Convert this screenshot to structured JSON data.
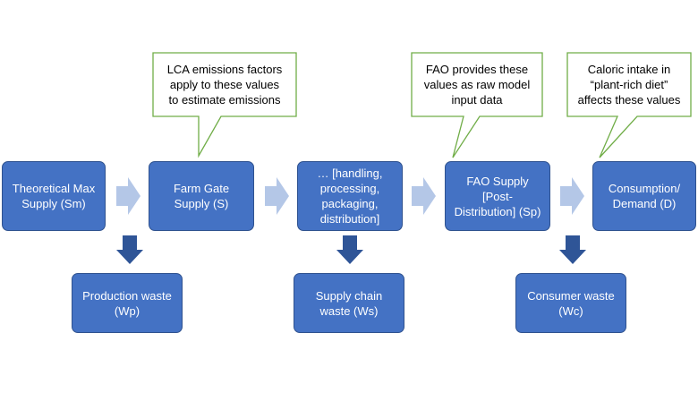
{
  "colors": {
    "box_fill": "#4472C4",
    "box_border": "#2F528F",
    "flow_arrow": "#B4C7E7",
    "waste_arrow": "#2F5597",
    "callout_border": "#70AD47"
  },
  "stages": [
    {
      "id": "sm",
      "label": "Theoretical Max\nSupply (Sm)"
    },
    {
      "id": "s",
      "label": "Farm Gate\nSupply (S)"
    },
    {
      "id": "handling",
      "label": "… [handling,\nprocessing,\npackaging,\ndistribution]"
    },
    {
      "id": "sp",
      "label": "FAO Supply\n[Post-\nDistribution] (Sp)"
    },
    {
      "id": "d",
      "label": "Consumption/\nDemand (D)"
    }
  ],
  "wastes": [
    {
      "id": "wp",
      "label": "Production waste\n(Wp)"
    },
    {
      "id": "ws",
      "label": "Supply chain\nwaste (Ws)"
    },
    {
      "id": "wc",
      "label": "Consumer waste\n(Wc)"
    }
  ],
  "callouts": [
    {
      "id": "lca",
      "text": "LCA emissions factors\napply to these values\nto estimate emissions"
    },
    {
      "id": "fao",
      "text": "FAO provides these\nvalues as raw model\ninput data"
    },
    {
      "id": "caloric",
      "text": "Caloric intake in\n“plant-rich diet”\naffects these values"
    }
  ]
}
